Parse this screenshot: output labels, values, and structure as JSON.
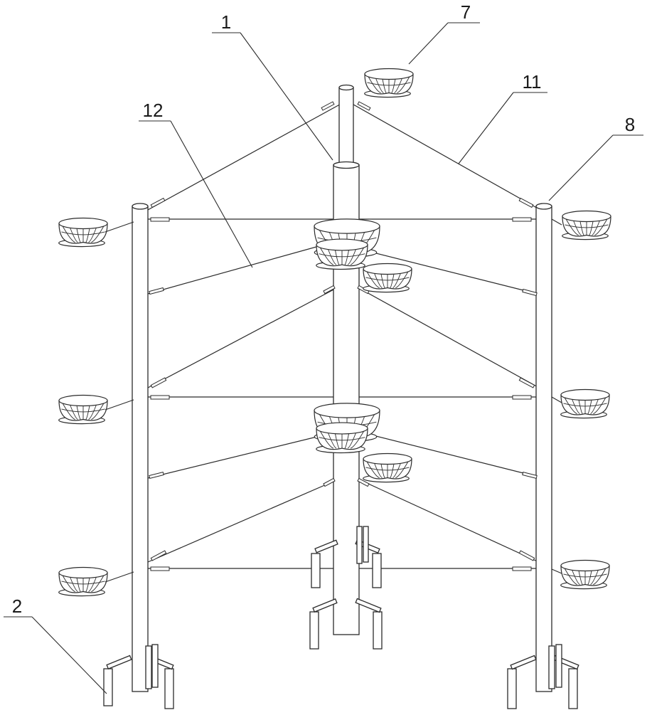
{
  "figure": {
    "labels": [
      {
        "id": "label-1",
        "text": "1"
      },
      {
        "id": "label-2",
        "text": "2"
      },
      {
        "id": "label-7",
        "text": "7"
      },
      {
        "id": "label-8",
        "text": "8"
      },
      {
        "id": "label-11",
        "text": "11"
      },
      {
        "id": "label-12",
        "text": "12"
      }
    ]
  }
}
